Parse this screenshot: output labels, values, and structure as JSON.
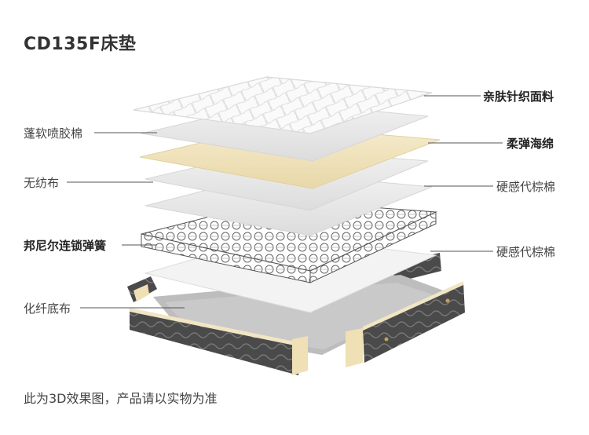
{
  "title": "CD135F床垫",
  "footnote": "此为3D效果图，产品请以实物为准",
  "layers_left": {
    "fleece": "蓬软喷胶棉",
    "nonwoven": "无纺布",
    "springs": "邦尼尔连锁弹簧",
    "bottom": "化纤底布"
  },
  "layers_right": {
    "knit": "亲肤针织面料",
    "foam": "柔弹海绵",
    "palm1": "硬感代棕棉",
    "palm2": "硬感代棕棉"
  },
  "colors": {
    "leader": "#555555",
    "quilt": "#f7f7f7",
    "foam": "#f1e5c3",
    "grey_layer": "#e9e9e9",
    "border": "#4a4a4a"
  }
}
